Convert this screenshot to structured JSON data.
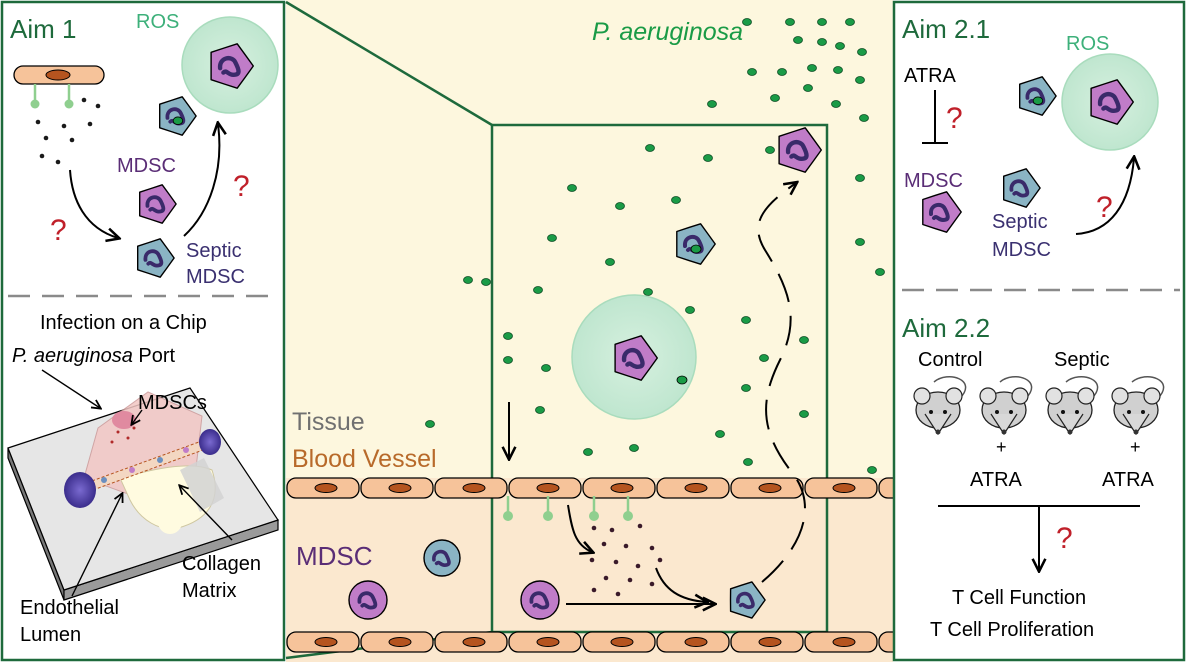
{
  "colors": {
    "panel_border": "#1e6a3c",
    "aim_title": "#1e6a3c",
    "bacteria": "#1a9b46",
    "mdsc_purple": "#c07cc8",
    "septic_blue": "#8ab4c4",
    "question": "#c0202a",
    "ros_text": "#3db07a",
    "tissue_text": "#707070",
    "blood_text": "#b86a2a",
    "tissue_bg": "#fdf7de",
    "vessel_bg": "#fbe8cf",
    "endothelial_cell": "#f6c39a",
    "nucleus": "#b5541f",
    "mdsc_label": "#5a2d76",
    "septic_label": "#3a3070"
  },
  "aim1": {
    "title": "Aim 1",
    "ros": "ROS",
    "mdsc": "MDSC",
    "septic_line1": "Septic",
    "septic_line2": "MDSC",
    "q1": "?",
    "q2": "?"
  },
  "chip": {
    "title": "Infection on a Chip",
    "port_italic": "P. aeruginosa",
    "port_rest": " Port",
    "mdscs": "MDSCs",
    "collagen_line1": "Collagen",
    "collagen_line2": "Matrix",
    "endo_line1": "Endothelial",
    "endo_line2": "Lumen"
  },
  "center": {
    "bacteria_label": "P. aeruginosa",
    "tissue": "Tissue",
    "blood_vessel": "Blood Vessel",
    "mdsc": "MDSC"
  },
  "aim21": {
    "title": "Aim 2.1",
    "ros": "ROS",
    "atra": "ATRA",
    "mdsc": "MDSC",
    "septic_line1": "Septic",
    "septic_line2": "MDSC",
    "q1": "?",
    "q2": "?"
  },
  "aim22": {
    "title": "Aim 2.2",
    "control": "Control",
    "septic": "Septic",
    "plus1": "+",
    "atra1": "ATRA",
    "plus2": "+",
    "atra2": "ATRA",
    "q": "?",
    "out_line1": "T Cell Function",
    "out_line2": "T Cell Proliferation"
  }
}
